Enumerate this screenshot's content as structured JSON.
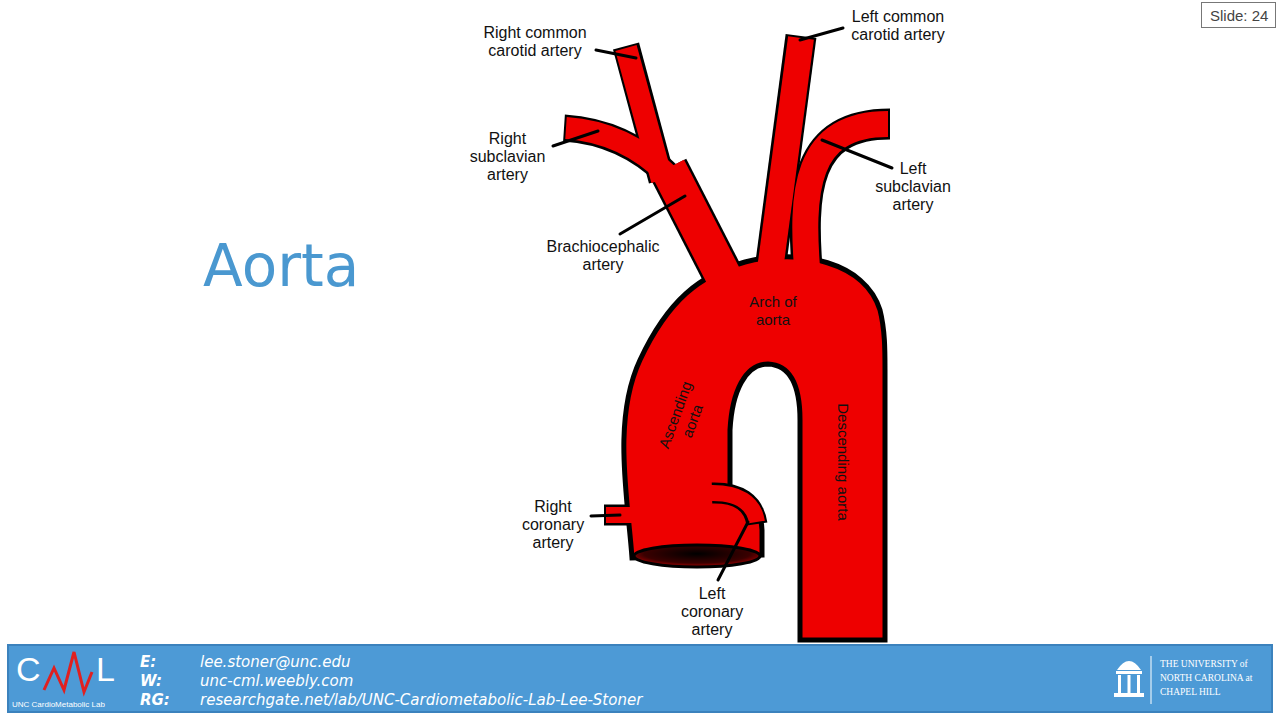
{
  "diagram": {
    "title": "Aorta",
    "nodes": [
      {
        "text": [
          "Slide: 24"
        ]
      },
      {
        "text": [
          "E:",
          "lee.stoner@unc.edu",
          "W:",
          "unc-cml.weebly.com",
          "RG:",
          "researchgate.net/lab/UNC-Cardiometabolic-Lab-Lee-Stoner",
          "THE UNIVERSITY of NORTH CAROLINA at CHAPEL HILL"
        ]
      },
      {
        "text": [
          "C",
          "L",
          "UNC CardioMetabolic Lab"
        ],
        "in": 1
      }
    ],
    "labels": [
      "Right common carotid artery",
      "Left common carotid artery",
      "Right subclavian artery",
      "Left subclavian artery",
      "Brachiocephalic artery",
      "Arch of aorta",
      "Ascending aorta",
      "Descending aorta",
      "Right coronary artery",
      "Left coronary artery"
    ]
  }
}
